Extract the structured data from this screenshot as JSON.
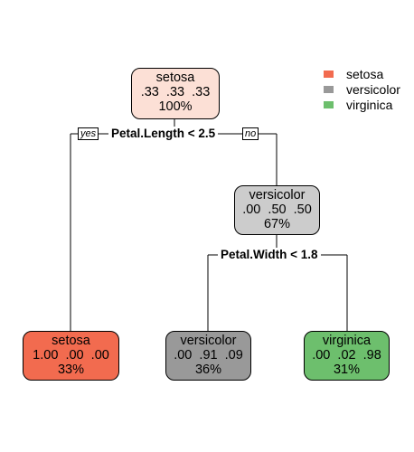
{
  "legend": [
    {
      "label": "setosa",
      "color": "#f26b4f"
    },
    {
      "label": "versicolor",
      "color": "#999999"
    },
    {
      "label": "virginica",
      "color": "#6dbf6d"
    }
  ],
  "nodes": {
    "root": {
      "class": "setosa",
      "probs": ".33  .33  .33",
      "pct": "100%",
      "color": "#fce0d6"
    },
    "left_leaf": {
      "class": "setosa",
      "probs": "1.00  .00  .00",
      "pct": "33%",
      "color": "#f26b4f"
    },
    "mid": {
      "class": "versicolor",
      "probs": ".00  .50  .50",
      "pct": "67%",
      "color": "#cccccc"
    },
    "versicolor_leaf": {
      "class": "versicolor",
      "probs": ".00  .91  .09",
      "pct": "36%",
      "color": "#999999"
    },
    "virginica_leaf": {
      "class": "virginica",
      "probs": ".00  .02  .98",
      "pct": "31%",
      "color": "#6dbf6d"
    }
  },
  "splits": {
    "first": "Petal.Length < 2.5",
    "second": "Petal.Width < 1.8"
  },
  "branch_tags": {
    "yes": "yes",
    "no": "no"
  }
}
